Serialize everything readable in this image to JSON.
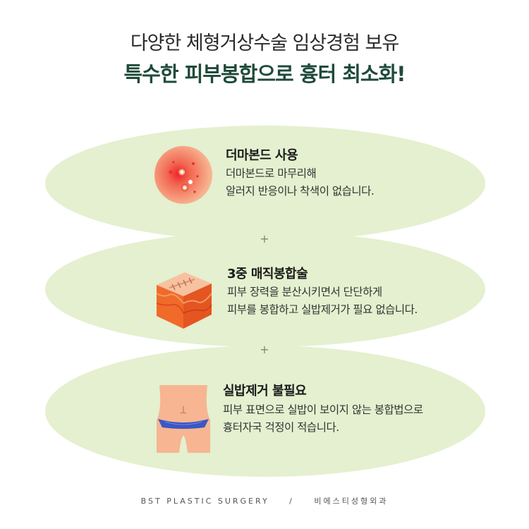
{
  "headline": {
    "line1": "다양한 체형거상수술 임상경험 보유",
    "line2": "특수한 피부봉합으로 흉터 최소화!"
  },
  "items": [
    {
      "title": "더마본드 사용",
      "desc": [
        "더마본드로 마무리해",
        "알러지 반응이나 착색이 없습니다."
      ],
      "icon": "dermabond-skin-icon"
    },
    {
      "title": "3중 매직봉합술",
      "desc": [
        "피부 장력을 분산시키면서 단단하게",
        "피부를 봉합하고 실밥제거가 필요 없습니다."
      ],
      "icon": "skin-layer-suture-icon"
    },
    {
      "title": "실밥제거 불필요",
      "desc": [
        "피부 표면으로 실밥이 보이지 않는 봉합법으로",
        "흉터자국 걱정이 적습니다."
      ],
      "icon": "torso-incision-icon"
    }
  ],
  "plus_symbol": "+",
  "footer": {
    "brand_en": "BST PLASTIC SURGERY",
    "separator": "/",
    "brand_kr": "비에스티성형외과"
  },
  "colors": {
    "ellipse": "#e4f0cf",
    "headline_accent": "#1f4a3a",
    "skin": "#f5b28e",
    "red": "#e8322e"
  }
}
